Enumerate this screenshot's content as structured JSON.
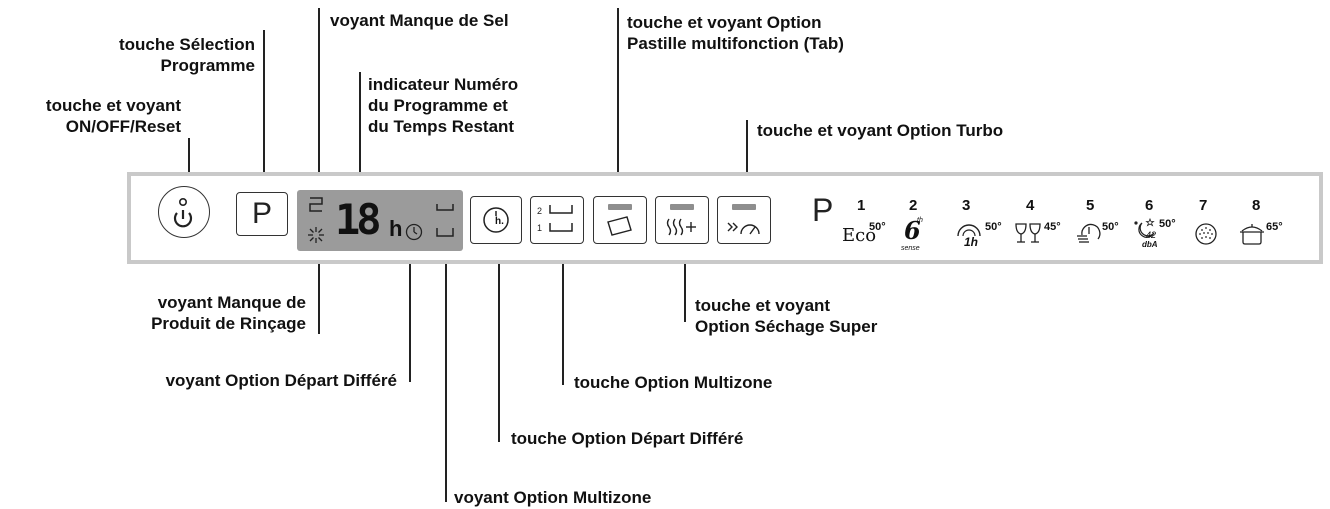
{
  "labels": {
    "on_off": [
      "touche et voyant",
      "ON/OFF/Reset"
    ],
    "prog_select": [
      "touche Sélection",
      "Programme"
    ],
    "salt": "voyant Manque de Sel",
    "prog_number": [
      "indicateur Numéro",
      "du Programme et",
      "du Temps Restant"
    ],
    "tab": [
      "touche et voyant Option",
      "Pastille multifonction (Tab)"
    ],
    "turbo": "touche et voyant Option Turbo",
    "rinse": [
      "voyant Manque de",
      "Produit de Rinçage"
    ],
    "delay_led": "voyant Option Départ Différé",
    "super_dry": [
      "touche et voyant",
      "Option Séchage Super"
    ],
    "multizone_key": "touche Option Multizone",
    "delay_key": "touche Option Départ Différé",
    "multizone_led": "voyant Option Multizone"
  },
  "panel": {
    "program_button_letter": "P",
    "display_digits": "18",
    "display_unit": "h",
    "delay_key_text": "h.",
    "multizone_levels": [
      "2",
      "1"
    ]
  },
  "programs": {
    "header": "P",
    "items": [
      {
        "number": "1",
        "symbol": "Eco",
        "temp": "50°"
      },
      {
        "number": "2",
        "symbol": "6",
        "sub": "sense",
        "sup": "th"
      },
      {
        "number": "3",
        "symbol": "1h",
        "temp": "50°"
      },
      {
        "number": "4",
        "symbol": "glasses-icon",
        "temp": "45°"
      },
      {
        "number": "5",
        "symbol": "quick-icon",
        "temp": "50°"
      },
      {
        "number": "6",
        "symbol": "42",
        "sub": "dbA",
        "temp": "50°"
      },
      {
        "number": "7",
        "symbol": "soak-icon"
      },
      {
        "number": "8",
        "symbol": "pot-icon",
        "temp": "65°"
      }
    ]
  },
  "colors": {
    "display_bg": "#9b9b9b",
    "panel_border": "#c9c9c9",
    "led": "#8e8e8e"
  }
}
